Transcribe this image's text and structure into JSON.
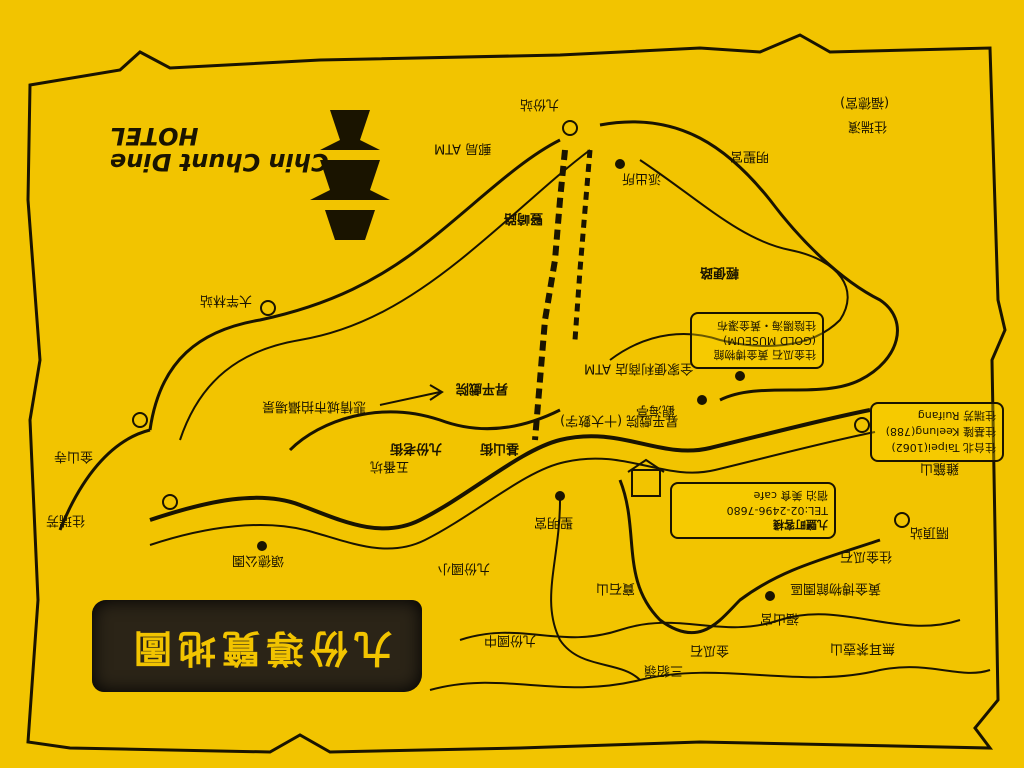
{
  "title": "九份導覽地圖",
  "hotel": {
    "name_line1": "Chin Chunt Dine",
    "name_line2": "HOTEL"
  },
  "hotel_info": {
    "name": "九鹽町客棧",
    "tel": "TEL:02-2496-7680",
    "services": "宿泊 美食 cafe"
  },
  "transport_box": {
    "line1": "往台北 Taipei(1062)",
    "line2": "往基隆 Keelung(788)",
    "line3": "往瑞芳 Ruifang"
  },
  "museum_box": {
    "line1": "往金瓜石 黃金博物館",
    "line2": "(GOLD MUSEUM)",
    "line3": "往陰陽海・黃金瀑布"
  },
  "labels": {
    "bus_stop_top": "九份站",
    "police": "派出所",
    "atm_top": "郵局 ATM",
    "mingsheng": "明聖宮",
    "temple_top": "(福德宮)",
    "bus_right": "往瑞濱",
    "daxin": "大竿林站",
    "jiufen_old": "九份老街",
    "jishan": "基山街",
    "road_qingbian": "輕便路",
    "sanhe": "豎崎路",
    "atm_mid": "全家便利商店 ATM",
    "guanhai": "觀海亭",
    "shengping": "昇平戲院",
    "jiufen_school": "九份國小",
    "shengming": "聖明宮",
    "wudao": "五番坑",
    "jinshan": "金山寺",
    "ruifang_bus": "往瑞芳",
    "shulian": "頌德公園",
    "jiufen_bus": "隔頂站",
    "gold_museum": "黃金博物館園區",
    "fushan": "福山宮",
    "baoshi": "寶石山",
    "chuanfu": "往金瓜石",
    "jilong_mt": "雞籠山",
    "jiufen_center": "九份國中",
    "wuer": "無耳茶壺山",
    "jinshi": "金瓜石",
    "sanlong": "三貂嶺",
    "arrow_text": "悲情城市拍攝場景",
    "arrow_text2": "昇平戲院 (十大數字)"
  },
  "colors": {
    "paper": "#f2c400",
    "ink": "#1a1400"
  }
}
